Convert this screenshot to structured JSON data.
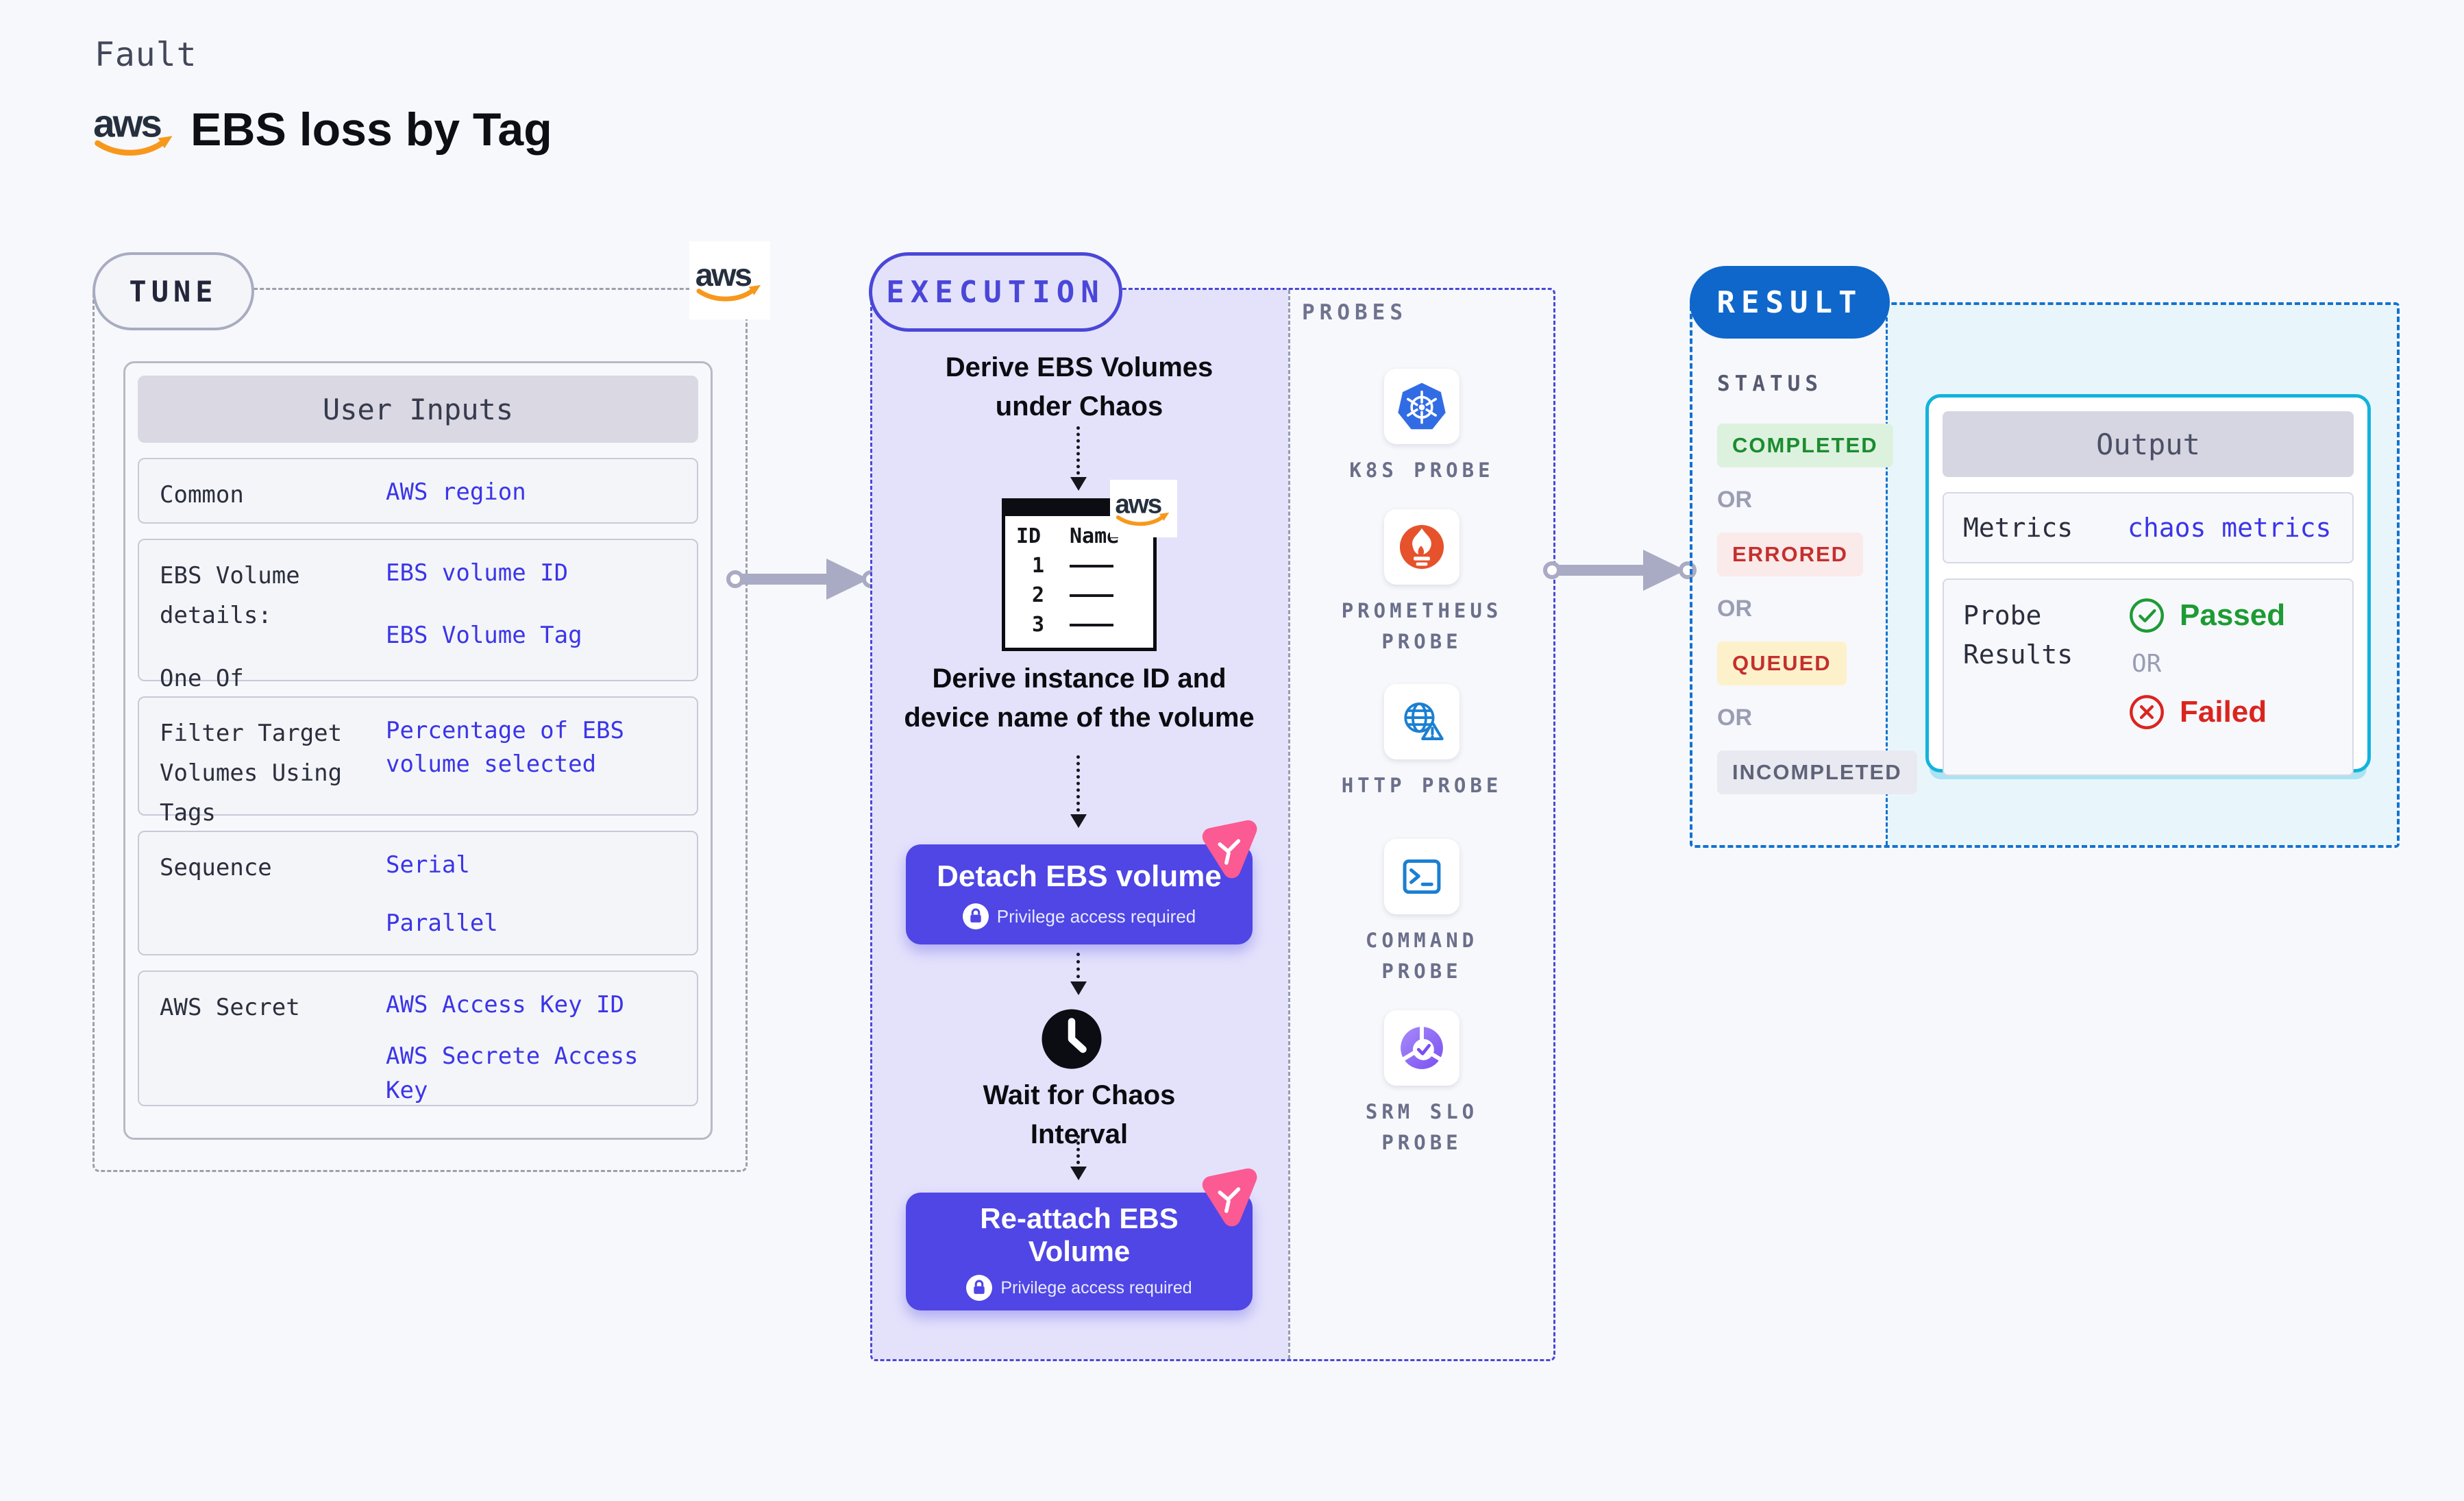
{
  "header": {
    "kicker": "Fault",
    "title": "EBS loss by Tag"
  },
  "colors": {
    "indigo_button": "#4f46e5",
    "execution_accent": "#4a47d8",
    "result_accent": "#1273cf",
    "result_badge_bg": "#0f67cb",
    "output_border": "#12b3dc",
    "value_text": "#3b35e8",
    "passed_green": "#1d9b34",
    "failed_red": "#da251f",
    "litmus_pink": "#fb5a92",
    "aws_orange": "#f7981d",
    "lavender_bg": "#e4e2fb",
    "cyan_bg": "#e8f6fc"
  },
  "tune": {
    "badge": "TUNE",
    "card_title": "User Inputs",
    "rows": [
      {
        "label": "Common",
        "values": [
          "AWS region"
        ]
      },
      {
        "label": "EBS Volume details:",
        "label2": "One Of",
        "values": [
          "EBS volume ID",
          "EBS Volume Tag"
        ]
      },
      {
        "label": "Filter Target Volumes Using Tags",
        "values": [
          "Percentage of EBS volume selected"
        ]
      },
      {
        "label": "Sequence",
        "values": [
          "Serial",
          "Parallel"
        ]
      },
      {
        "label": "AWS Secret",
        "values": [
          "AWS Access Key ID",
          "AWS Secrete Access Key"
        ]
      }
    ]
  },
  "execution": {
    "badge": "EXECUTION",
    "flow": {
      "step1": "Derive EBS Volumes under Chaos",
      "table": {
        "col1": "ID",
        "col2": "Name",
        "rows": [
          "1",
          "2",
          "3"
        ]
      },
      "step2": "Derive instance ID and device name of the volume",
      "detach": {
        "title": "Detach EBS volume",
        "note": "Privilege access required"
      },
      "wait": "Wait for Chaos Interval",
      "reattach": {
        "title": "Re-attach EBS Volume",
        "note": "Privilege access required"
      }
    },
    "probes_title": "PROBES",
    "probes": [
      {
        "icon": "kubernetes-icon",
        "label": "K8S PROBE"
      },
      {
        "icon": "prometheus-icon",
        "label": "PROMETHEUS PROBE"
      },
      {
        "icon": "http-globe-icon",
        "label": "HTTP PROBE"
      },
      {
        "icon": "command-terminal-icon",
        "label": "COMMAND PROBE"
      },
      {
        "icon": "srm-slo-icon",
        "label": "SRM SLO PROBE"
      }
    ]
  },
  "result": {
    "badge": "RESULT",
    "status_title": "STATUS",
    "or": "OR",
    "statuses": [
      {
        "label": "COMPLETED"
      },
      {
        "label": "ERRORED"
      },
      {
        "label": "QUEUED"
      },
      {
        "label": "INCOMPLETED"
      }
    ],
    "output": {
      "title": "Output",
      "metrics_label": "Metrics",
      "metrics_value": "chaos metrics",
      "probe_label": "Probe Results",
      "passed": "Passed",
      "or": "OR",
      "failed": "Failed"
    }
  }
}
